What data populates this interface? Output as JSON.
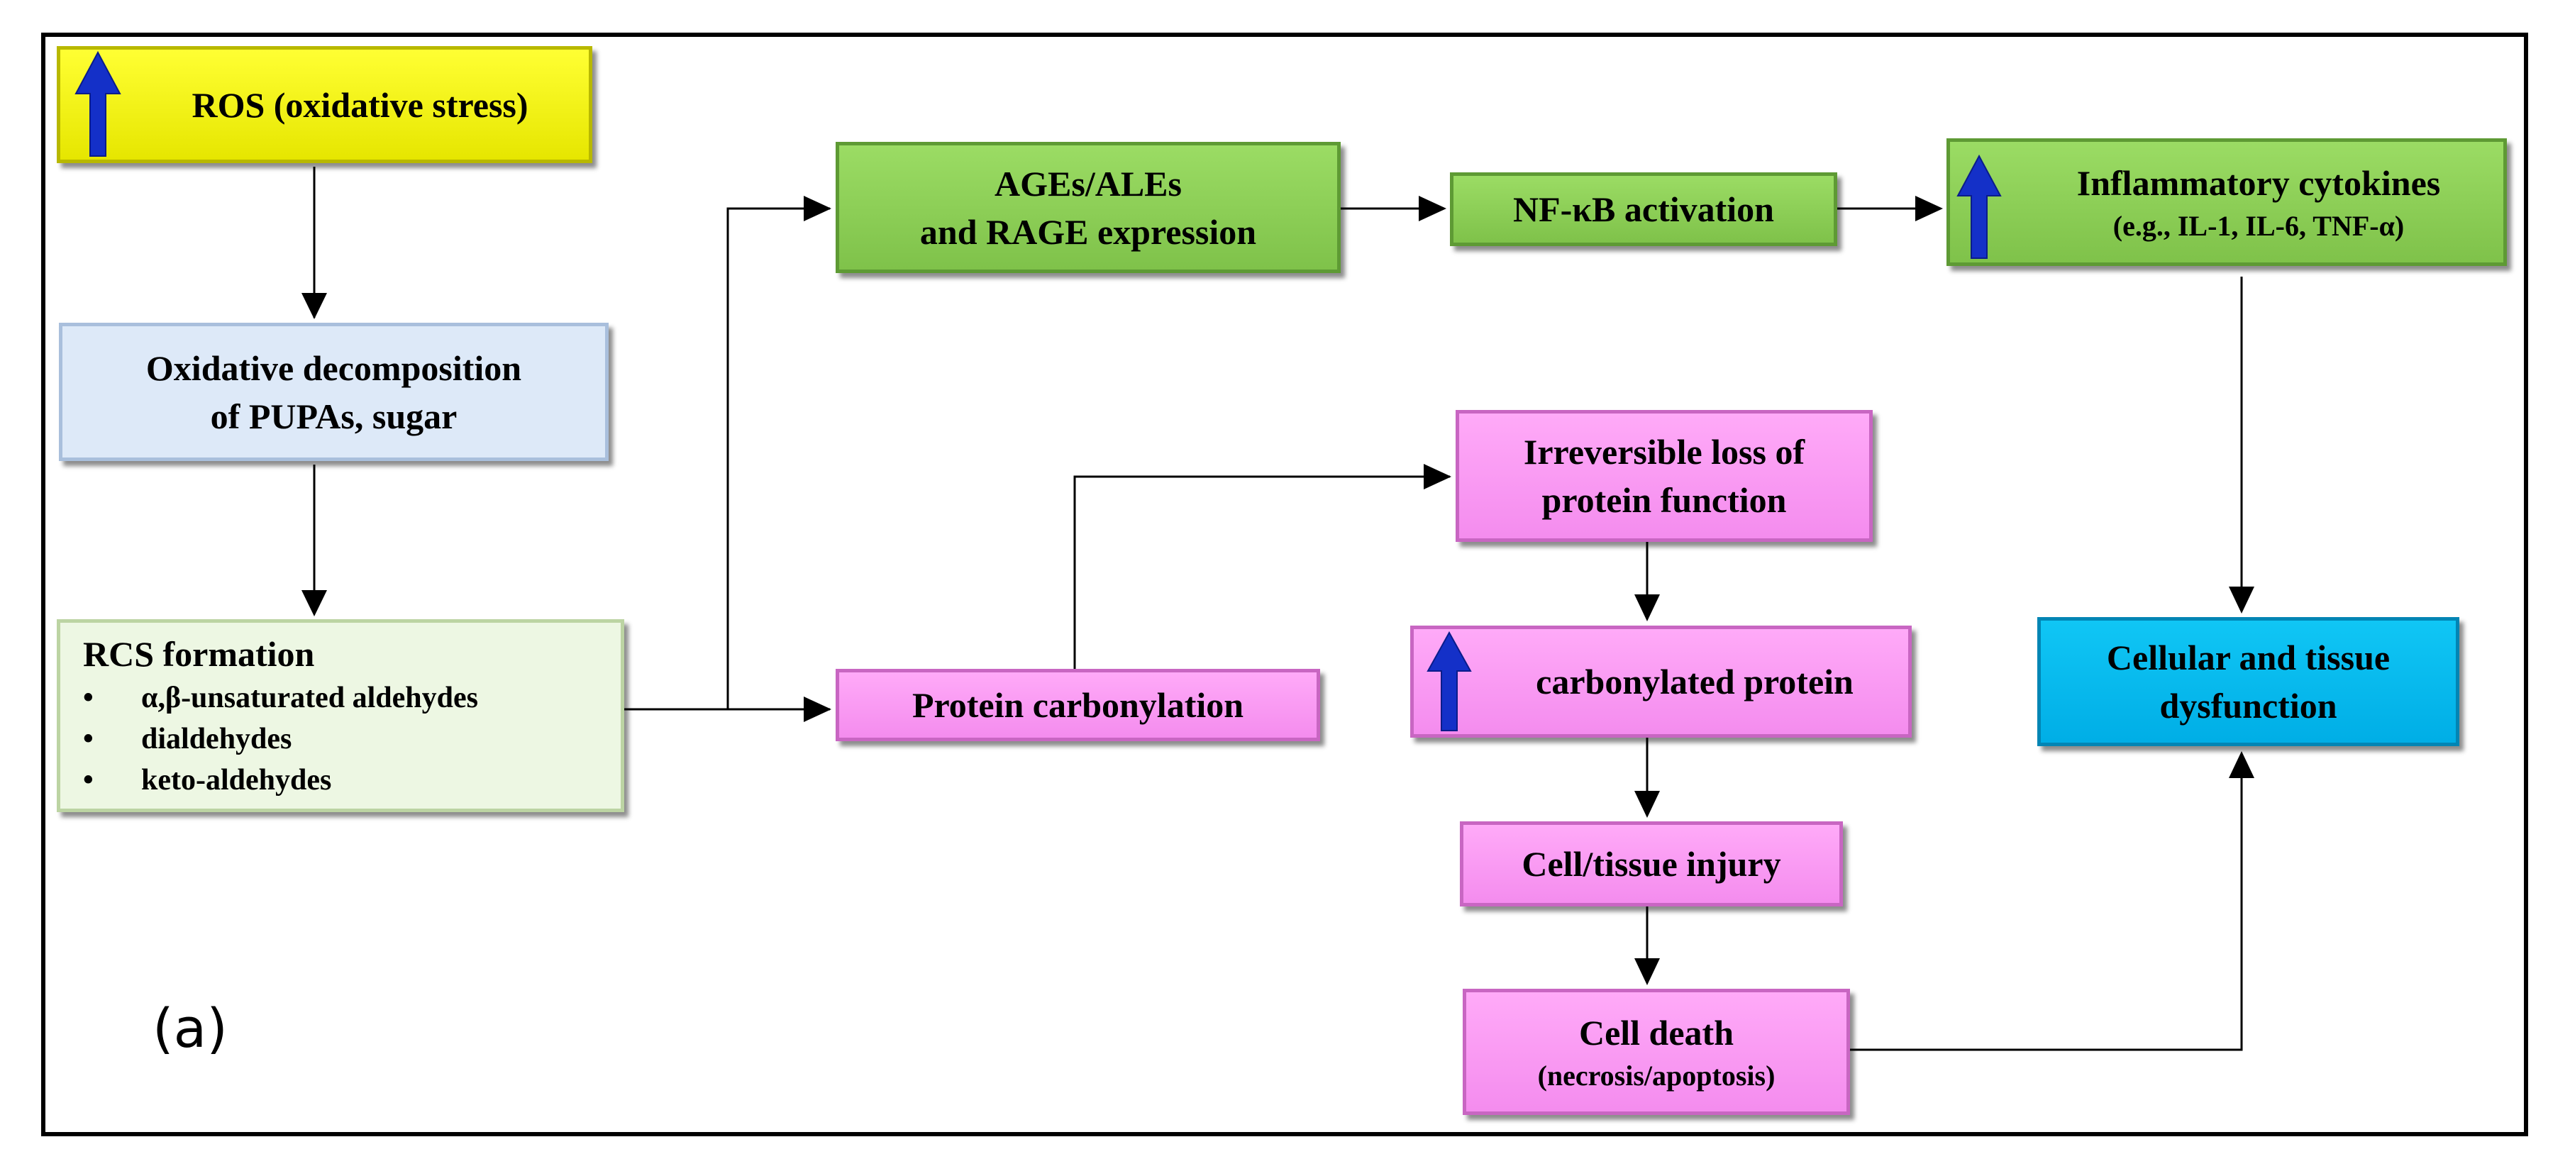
{
  "panel_label": "(a)",
  "colors": {
    "yellow": "#ffff33",
    "light_blue": "#dde9f8",
    "light_green": "#edf7e3",
    "green": "#8fd157",
    "pink": "#f9a0f3",
    "cyan": "#06b8ee",
    "up_arrow": "#1430c8"
  },
  "icons": {
    "increase": "up-arrow-icon"
  },
  "nodes": {
    "ros": {
      "text": "ROS (oxidative stress)",
      "has_up_arrow": true
    },
    "oxidative": {
      "line1": "Oxidative decomposition",
      "line2": "of PUPAs, sugar"
    },
    "rcs": {
      "title": "RCS formation",
      "bullet": "•",
      "items": [
        "α,β-unsaturated aldehydes",
        "dialdehydes",
        "keto-aldehydes"
      ]
    },
    "ages": {
      "line1": "AGEs/ALEs",
      "line2": "and RAGE expression"
    },
    "nfkb": {
      "text": "NF-κB activation"
    },
    "cytokines": {
      "line1": "Inflammatory cytokines",
      "line2": "(e.g., IL-1, IL-6, TNF-α)",
      "has_up_arrow": true
    },
    "carbonylation": {
      "text": "Protein carbonylation"
    },
    "irreversible": {
      "line1": "Irreversible loss of",
      "line2": "protein function"
    },
    "carbonylated": {
      "text": "carbonylated protein",
      "has_up_arrow": true
    },
    "injury": {
      "text": "Cell/tissue injury"
    },
    "death": {
      "line1": "Cell death",
      "line2": "(necrosis/apoptosis)"
    },
    "dysfunction": {
      "line1": "Cellular and tissue",
      "line2": "dysfunction"
    }
  },
  "edges": [
    {
      "from": "ros",
      "to": "oxidative"
    },
    {
      "from": "oxidative",
      "to": "rcs"
    },
    {
      "from": "rcs",
      "to": "ages"
    },
    {
      "from": "rcs",
      "to": "carbonylation"
    },
    {
      "from": "ages",
      "to": "nfkb"
    },
    {
      "from": "nfkb",
      "to": "cytokines"
    },
    {
      "from": "cytokines",
      "to": "dysfunction"
    },
    {
      "from": "carbonylation",
      "to": "irreversible"
    },
    {
      "from": "irreversible",
      "to": "carbonylated"
    },
    {
      "from": "carbonylated",
      "to": "injury"
    },
    {
      "from": "injury",
      "to": "death"
    },
    {
      "from": "death",
      "to": "dysfunction"
    }
  ]
}
